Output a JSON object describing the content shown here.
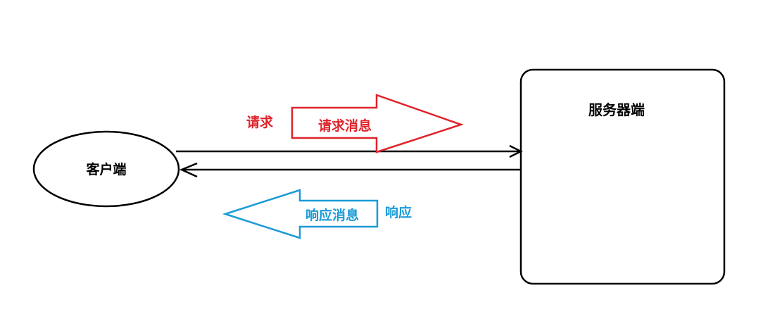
{
  "client": {
    "label": "客户端"
  },
  "server": {
    "label": "服务器端"
  },
  "request": {
    "side_label": "请求",
    "arrow_label": "请求消息",
    "color": "#e0232b"
  },
  "response": {
    "side_label": "响应",
    "arrow_label": "响应消息",
    "color": "#1a9bd7"
  },
  "line_color": "#000000"
}
